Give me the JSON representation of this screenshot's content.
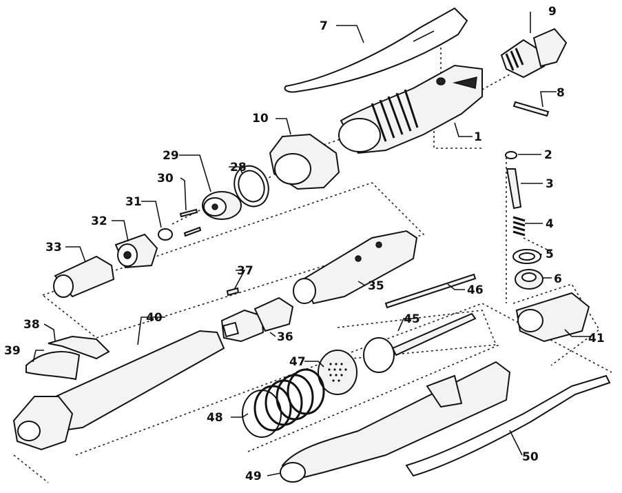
{
  "diagram": {
    "callouts": [
      "1",
      "2",
      "3",
      "4",
      "5",
      "6",
      "7",
      "8",
      "9",
      "10",
      "28",
      "29",
      "30",
      "31",
      "32",
      "33",
      "35",
      "36",
      "37",
      "38",
      "39",
      "40",
      "41",
      "45",
      "46",
      "47",
      "48",
      "49",
      "50"
    ]
  }
}
